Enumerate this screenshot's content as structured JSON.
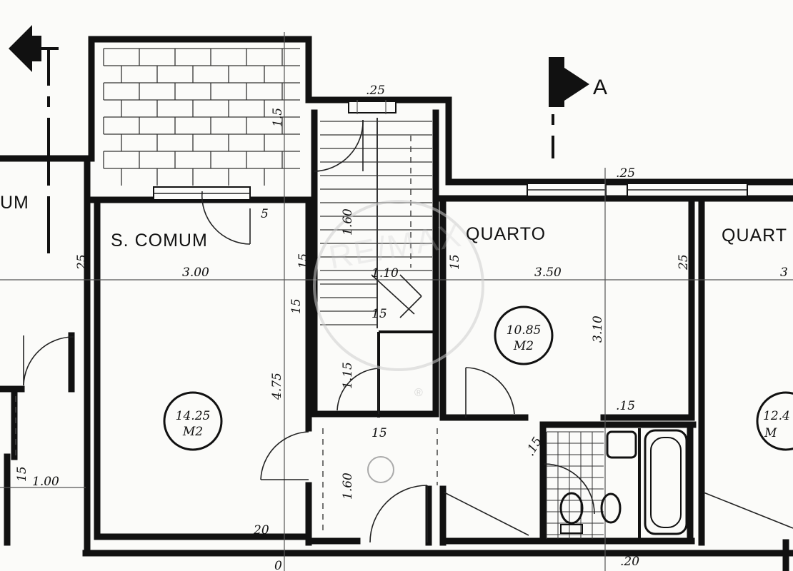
{
  "rooms": {
    "room_left_partial": "UM",
    "s_comum": "S. COMUM",
    "quarto_1": "QUARTO",
    "quarto_2": "QUART"
  },
  "areas": {
    "s_comum_value": "14.25",
    "s_comum_unit": "M2",
    "quarto_value": "10.85",
    "quarto_unit": "M2",
    "quarto2_value": "12.4",
    "quarto2_unit": "M"
  },
  "dimensions": {
    "d_25_top_stair": ".25",
    "d_25_top_quarto": ".25",
    "d_300": "3.00",
    "d_350": "3.50",
    "d_3_partial": "3",
    "d_100": "1.00",
    "d_475": "4.75",
    "d_310": "3.10",
    "d_160": "1.60",
    "d_115": "1.15",
    "d_110": "1.10",
    "d_160_stair": "1.60",
    "d_15_a": ".15",
    "d_15_b": "15",
    "d_15_c": ".15",
    "d_15_d": "15",
    "d_15_e": "15",
    "d_15_f": ".15",
    "d_15_g": "15",
    "d_15_h": "1.5",
    "d_15_i": "15",
    "d_20_a": "20",
    "d_20_b": ".20",
    "d_25_v1": "25",
    "d_25_v2": "25",
    "d_5": "5",
    "d_0": "0"
  },
  "section_marker": {
    "letter": "A"
  },
  "watermark": {
    "text": "RE/MAX",
    "mark": "®"
  },
  "colors": {
    "ink": "#111111",
    "paper": "#fbfbf9",
    "watermark": "#c9c9c9"
  },
  "icons": [
    "section-arrow-left-icon",
    "section-arrow-right-icon",
    "toilet-icon",
    "bidet-icon",
    "bathtub-icon",
    "sink-icon"
  ]
}
